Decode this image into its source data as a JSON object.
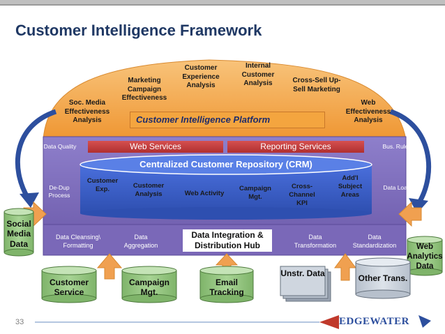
{
  "title": "Customer Intelligence Framework",
  "page_number": "33",
  "logo_text": "EDGEWATER",
  "dome_items": {
    "soc_media": "Soc. Media Effectiveness Analysis",
    "marketing_campaign": "Marketing Campaign Effectiveness",
    "customer_experience": "Customer Experience Analysis",
    "internal_customer": "Internal Customer Analysis",
    "cross_sell": "Cross-Sell Up-Sell Marketing",
    "web_effectiveness": "Web Effectiveness Analysis"
  },
  "platform_banner": "Customer Intelligence Platform",
  "service_bars": {
    "web": "Web Services",
    "reporting": "Reporting Services"
  },
  "side_labels": {
    "data_quality": "Data Quality",
    "de_dup": "De-Dup Process",
    "bus_rules": "Bus. Rules",
    "data_load": "Data Load"
  },
  "repository": {
    "title": "Centralized Customer Repository (CRM)",
    "areas": [
      "Customer Exp.",
      "Customer Analysis",
      "Web Activity",
      "Campaign Mgt.",
      "Cross-Channel KPI",
      "Add'l Subject Areas"
    ]
  },
  "hub": {
    "title": "Data Integration & Distribution Hub",
    "steps": [
      "Data Cleansing\\ Formatting",
      "Data Aggregation",
      "Data Transformation",
      "Data Standardization"
    ]
  },
  "sources": {
    "social_media": "Social Media Data",
    "web_analytics": "Web Analytics Data",
    "customer_service": "Customer Service",
    "campaign_mgt": "Campaign Mgt.",
    "email_tracking": "Email Tracking",
    "unstructured": "Unstr. Data",
    "other_trans": "Other Trans."
  },
  "colors": {
    "title": "#1f3864",
    "dome_orange": "#f4a53f",
    "frame_purple": "#7a68b8",
    "repo_blue": "#3a5cc8",
    "bar_red": "#c0393a",
    "arrow_blue": "#2d4f9e",
    "arrow_orange": "#f0a050",
    "cyl_green": "#93c47d"
  }
}
